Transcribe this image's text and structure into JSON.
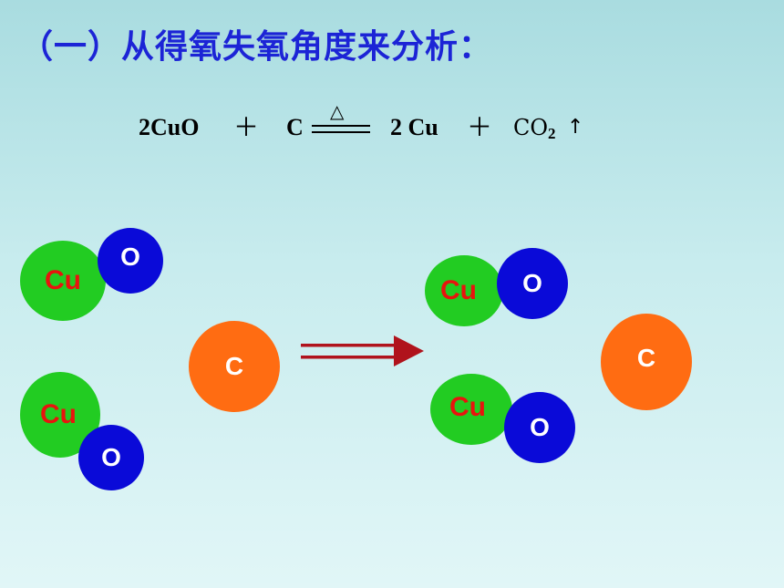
{
  "title": "（一）从得氧失氧角度来分析：",
  "equation": {
    "reactant1": "2CuO",
    "plus1": "＋",
    "reactant2": "C",
    "condition": "△",
    "product1": "2 Cu",
    "plus2": "＋",
    "product2_base": "CO",
    "product2_sub": "2",
    "gas_arrow": "↑"
  },
  "atoms": {
    "cu_label": "Cu",
    "o_label": "O",
    "c_label": "C"
  },
  "colors": {
    "title": "#1c24d6",
    "cu": "#22cc22",
    "cu_text": "#e8140e",
    "o": "#0a0ad8",
    "c": "#ff6c12",
    "arrow": "#b0131c"
  }
}
